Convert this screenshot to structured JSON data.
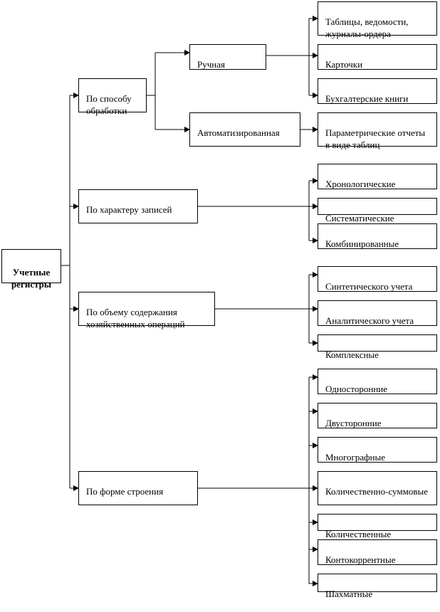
{
  "root": "Учетные регистры",
  "categories": {
    "processing": {
      "label": "По способу обработки",
      "manual": {
        "label": "Ручная",
        "items": [
          "Таблицы, ведомости, журналы-ордера",
          "Карточки",
          "Бухгалтерские книги"
        ]
      },
      "automated": {
        "label": "Автоматизированная",
        "items": [
          "Параметрические отчеты в виде таблиц"
        ]
      }
    },
    "records": {
      "label": "По характеру записей",
      "items": [
        "Хронологические",
        "Систематические",
        "Комбинированные"
      ]
    },
    "volume": {
      "label": "По объему содержания хозяйственных операций",
      "items": [
        "Синтетического учета",
        "Аналитического учета",
        "Комплексные"
      ]
    },
    "structure": {
      "label": "По форме строения",
      "items": [
        "Односторонние",
        "Двусторонние",
        "Многографные",
        "Количественно-суммовые",
        "Количественные",
        "Контокоррентные",
        "Шахматные"
      ]
    }
  }
}
